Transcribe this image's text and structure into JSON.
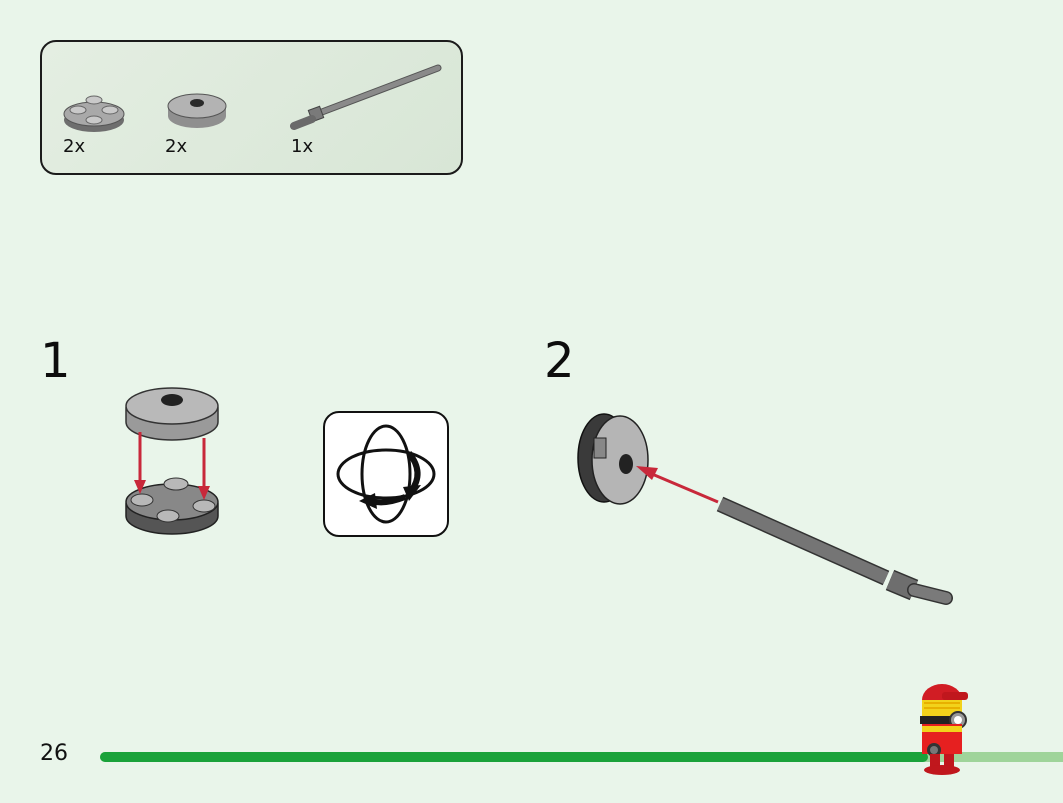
{
  "page": {
    "number": "26",
    "progress_fraction": 0.86
  },
  "parts_list": [
    {
      "name": "round-plate-2x2",
      "qty": "2x"
    },
    {
      "name": "round-tile-2x2-hole",
      "qty": "2x"
    },
    {
      "name": "axle-with-stop",
      "qty": "1x"
    }
  ],
  "steps": [
    {
      "number": "1"
    },
    {
      "number": "2"
    }
  ],
  "colors": {
    "background": "#e9f5ea",
    "progress_fill": "#1aa23a",
    "progress_track": "#9fd49a",
    "arrow": "#c8283a",
    "part_grey": "#a8a8a8"
  },
  "icons": {
    "rotate": "rotate-model-icon",
    "mascot": "minion-firefighter-icon"
  }
}
